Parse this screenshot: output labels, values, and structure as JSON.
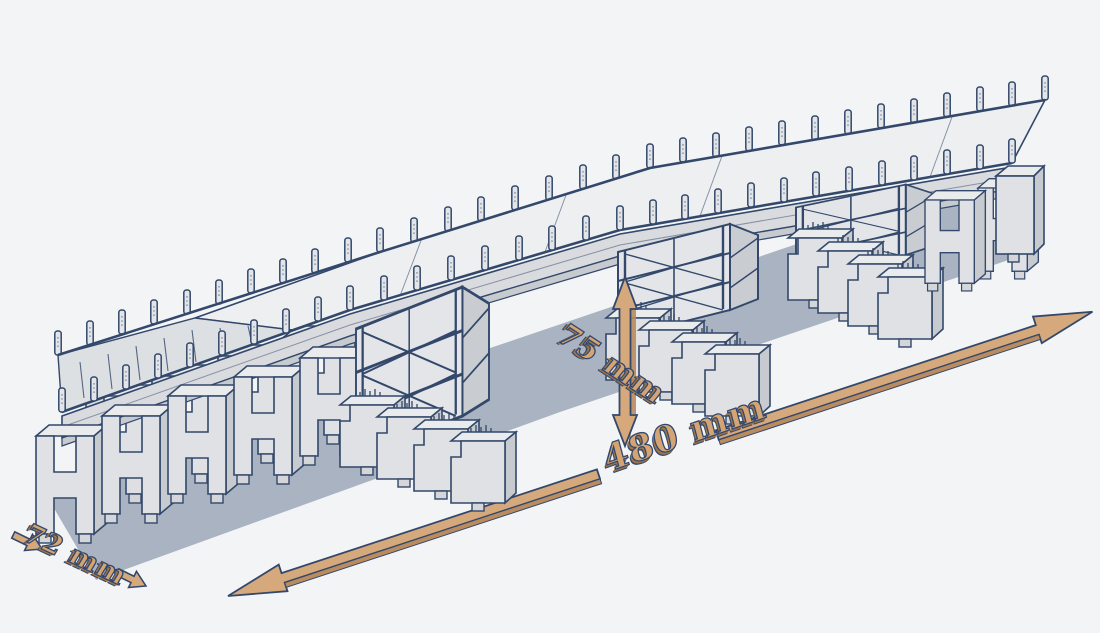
{
  "annotations": {
    "height_label": "75 mm",
    "length_label": "480 mm",
    "width_label": "72 mm"
  },
  "colors": {
    "background": "#f3f4f6",
    "ground_shadow": "#a9b3c1",
    "model_fill": "#e0e2e5",
    "model_fill_light": "#edeff1",
    "model_fill_dark": "#c7cace",
    "outline": "#33486b",
    "dimension_accent": "#d4a474",
    "dimension_accent_dark": "#b08052"
  }
}
